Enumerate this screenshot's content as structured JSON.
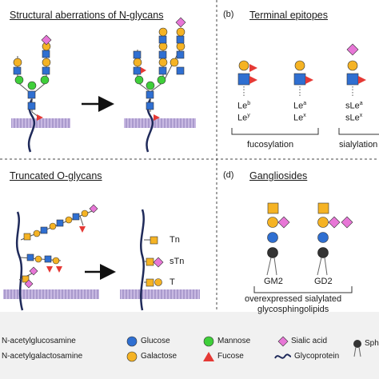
{
  "panels": {
    "a": {
      "title": "Structural aberrations of N-glycans"
    },
    "b": {
      "letter": "(b)",
      "title": "Terminal epitopes",
      "labels": [
        "Le",
        "b",
        "Le",
        "y",
        "Le",
        "a",
        "Le",
        "x",
        "sLe",
        "a",
        "sLe",
        "x"
      ],
      "groups": [
        "fucosylation",
        "sialylation"
      ]
    },
    "c": {
      "title": "Truncated O-glycans",
      "labels": [
        "Tn",
        "sTn",
        "T"
      ]
    },
    "d": {
      "letter": "(d)",
      "title": "Gangliosides",
      "labels": [
        "GM2",
        "GD2"
      ],
      "caption_line1": "overexpressed sialylated",
      "caption_line2": "glycosphingolipids"
    }
  },
  "legend": {
    "items": [
      "N-acetylglucosamine",
      "N-acetylgalactosamine",
      "Glucose",
      "Galactose",
      "Mannose",
      "Fucose",
      "Sialic acid",
      "Glycoprotein",
      "Sphingolipid"
    ]
  },
  "colors": {
    "glcnac": "#2f6fd1",
    "galnac": "#f5b324",
    "glucose": "#2f6fd1",
    "galactose": "#f5b324",
    "mannose": "#3fcf3a",
    "fucose": "#e53935",
    "sialic": "#e776d6",
    "protein": "#1f2a5a",
    "membrane": "#b8a7d6"
  },
  "icons": [
    "arrow-right-icon",
    "arrow-right-icon"
  ]
}
